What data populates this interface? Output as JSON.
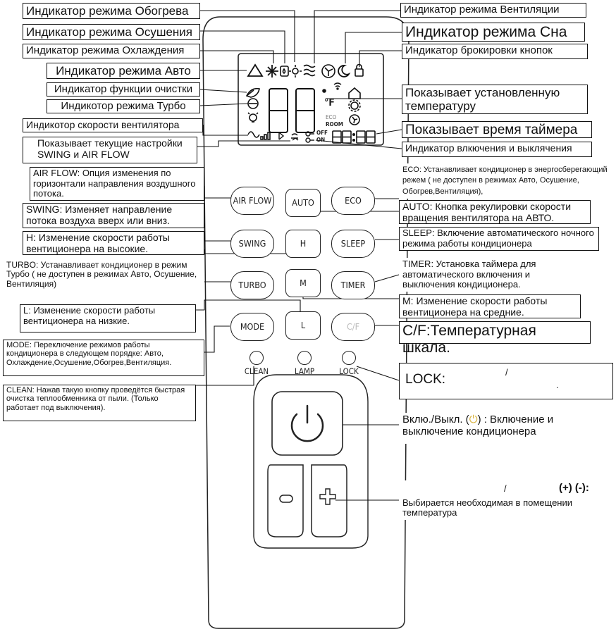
{
  "labels": {
    "heat": "Индикатор режима Обогрева",
    "dry": "Индикатор режима Осушения",
    "cool": "Индикатор режима Охлаждения",
    "auto": "Индикатор режима Авто",
    "clean": "Индикатор функции очистки",
    "turbo": "Индикотор режима Турбо",
    "fan_speed": "Индикотор скорости вентилятора",
    "swing_airflow": "Показывает текущие настройки SWING и AIR FLOW",
    "fan_mode": "Индикатор режима Вентиляции",
    "sleep": "Индикатор режима Сна",
    "lock": "Индикатор брокировки кнопок",
    "set_temp": "Показывает установленную температуру",
    "timer_time": "Показывает время таймера",
    "on_off": "Индикатор влкючения и выклячения"
  },
  "descriptions": {
    "airflow": "AIR FLOW: Опция изменения по горизонтали направления воздушного потока.",
    "swing": "SWING: Изменяет направление потока воздуха вверх или вниз.",
    "h": "H: Изменение скорости работы вентиционера на высокие.",
    "turbo": "TURBO: Устанавливает кондиционер в режим Турбо ( не доступен в режимах Авто, Осушение, Вентиляция)",
    "l": "L: Изменение скорости работы вентиционера на низкие.",
    "mode": "MODE: Переключение режимов работы кондиционера в следующем порядке: Авто, Охлаждение,Осушение,Обогрев,Вентиляция.",
    "clean": "CLEAN: Нажав такую кнопку проведётся быстрая очистка теплообменника от пыли. (Только работает под выключения).",
    "eco": "ECO: Устанавливает кондиционер в энергосберегающий режем ( не доступен в режимах Авто, Осушение, Обогрев,Вентиляция),",
    "auto": "AUTO: Кнопка рекулировки скорости вращения вентилятора на АВТО.",
    "sleep": "SLEEP: Включение автоматического ночного режима работы кондиционера",
    "timer": "TIMER: Установка таймера для автоматического включения и выключения кондиционера.",
    "m": "M: Изменение скорости работы вентиционера на средние.",
    "cf": "C/F:Температурная шкала.",
    "lock": "LOCK:",
    "lock_slash": "/",
    "lock_dot": ".",
    "power_prefix": "Вклю./Выкл. (",
    "power_glyph": "⏻",
    "power_suffix": ") : Включение и выключение кондиционера",
    "temp_slash": "/",
    "temp_keys": "(+) (-):",
    "temp_text": "Выбирается необходимая в помещении температура"
  },
  "buttons": {
    "airflow": "AIR FLOW",
    "auto": "AUTO",
    "eco": "ECO",
    "swing": "SWING",
    "h": "H",
    "sleep": "SLEEP",
    "turbo": "TURBO",
    "m": "M",
    "timer": "TIMER",
    "mode": "MODE",
    "l": "L",
    "cf": "C/F"
  },
  "leds": {
    "clean": "CLEAN",
    "lamp": "LAMP",
    "lock": "LOCK"
  },
  "lcd": {
    "digits": "88",
    "timer_digits": "88:88",
    "deg": "°F",
    "eco": "ECO",
    "room": "ROOM",
    "off": "OFF",
    "on": "ON"
  },
  "colors": {
    "line": "#111111",
    "power_icon": "#d8b13a",
    "ghost_button": "#bbbbbb"
  },
  "icons": [
    "auto-triangle-icon",
    "snowflake-icon",
    "dry-drop-icon",
    "sun-icon",
    "fan-waves-icon",
    "fan-mode-icon",
    "sleep-moon-icon",
    "lock-icon",
    "clean-leaf-icon",
    "turbo-icon",
    "lamp-icon",
    "wifi-icon",
    "house-icon",
    "gear-icon",
    "fan-speed-bars-icon",
    "swing-icon",
    "airflow-icon",
    "timer-clock-icon",
    "power-icon",
    "minus-icon",
    "plus-icon"
  ]
}
